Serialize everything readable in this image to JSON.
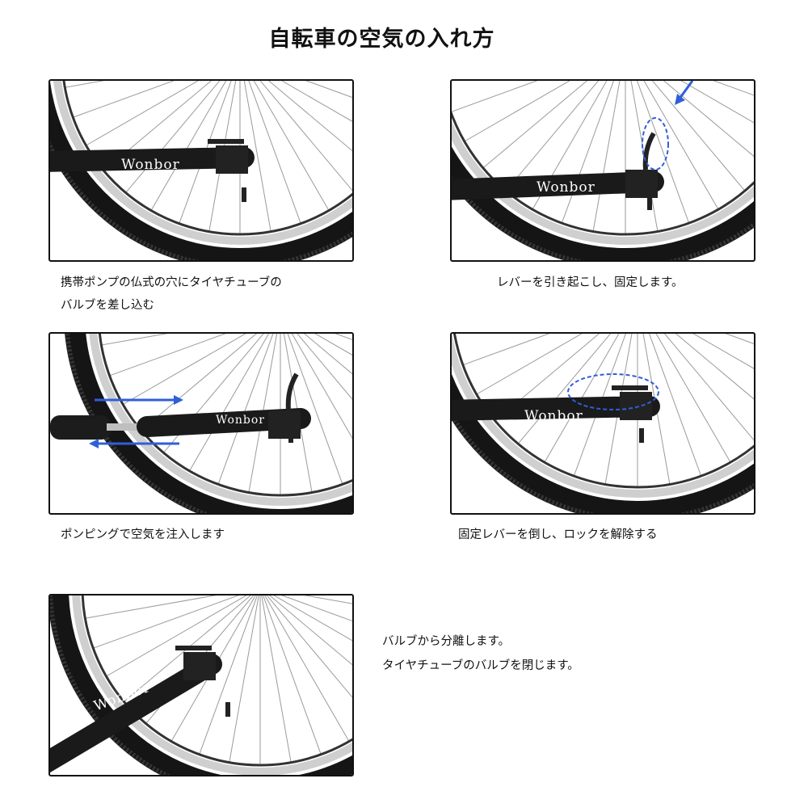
{
  "title": "自転車の空気の入れ方",
  "brand": "Wonbor",
  "steps": [
    {
      "caption_lines": [
        "携帯ポンプの仏式の穴にタイヤチューブの",
        "バルブを差し込む"
      ]
    },
    {
      "caption_lines": [
        "レバーを引き起こし、固定します。"
      ]
    },
    {
      "caption_lines": [
        "ポンピングで空気を注入します"
      ]
    },
    {
      "caption_lines": [
        "固定レバーを倒し、ロックを解除する"
      ]
    },
    {
      "caption_lines": [
        "バルブから分離します。",
        "タイヤチューブのバルブを閉じます。"
      ]
    }
  ],
  "colors": {
    "accent": "#2f5fd8",
    "pump": "#1a1a1a"
  }
}
